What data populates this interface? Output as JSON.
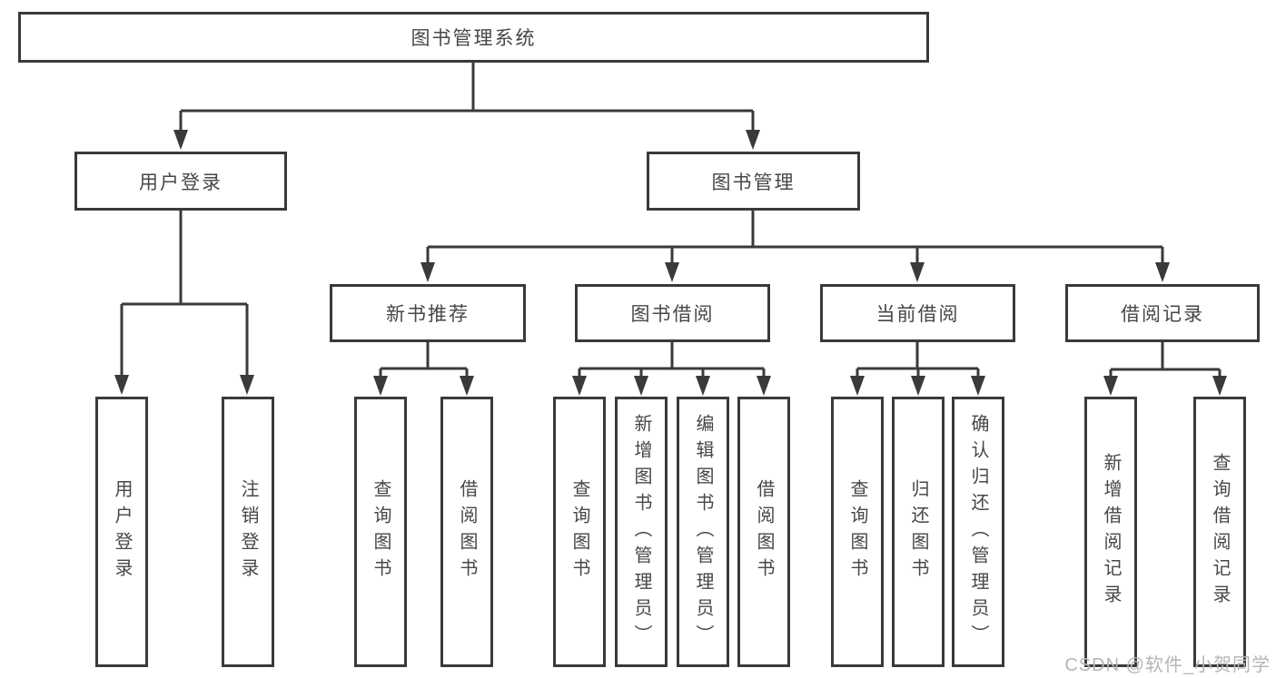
{
  "tree": {
    "root": {
      "label": "图书管理系统"
    },
    "level2": [
      {
        "label": "用户登录"
      },
      {
        "label": "图书管理"
      }
    ],
    "level3": [
      {
        "label": "新书推荐"
      },
      {
        "label": "图书借阅"
      },
      {
        "label": "当前借阅"
      },
      {
        "label": "借阅记录"
      }
    ],
    "leaves": {
      "user_login": [
        {
          "label": "用户登录"
        },
        {
          "label": "注销登录"
        }
      ],
      "new_book": [
        {
          "label": "查询图书"
        },
        {
          "label": "借阅图书"
        }
      ],
      "book_borrow": [
        {
          "label": "查询图书"
        },
        {
          "label": "新增图书（管理员）"
        },
        {
          "label": "编辑图书（管理员）"
        },
        {
          "label": "借阅图书"
        }
      ],
      "current_borrow": [
        {
          "label": "查询图书"
        },
        {
          "label": "归还图书"
        },
        {
          "label": "确认归还（管理员）"
        }
      ],
      "records": [
        {
          "label": "新增借阅记录"
        },
        {
          "label": "查询借阅记录"
        }
      ]
    }
  },
  "watermark": "CSDN @软件_小贺同学",
  "colors": {
    "line": "#3a3a3a",
    "box_border": "#3a3a3a",
    "text": "#474747",
    "watermark": "#b5b5b5",
    "background": "#ffffff"
  }
}
